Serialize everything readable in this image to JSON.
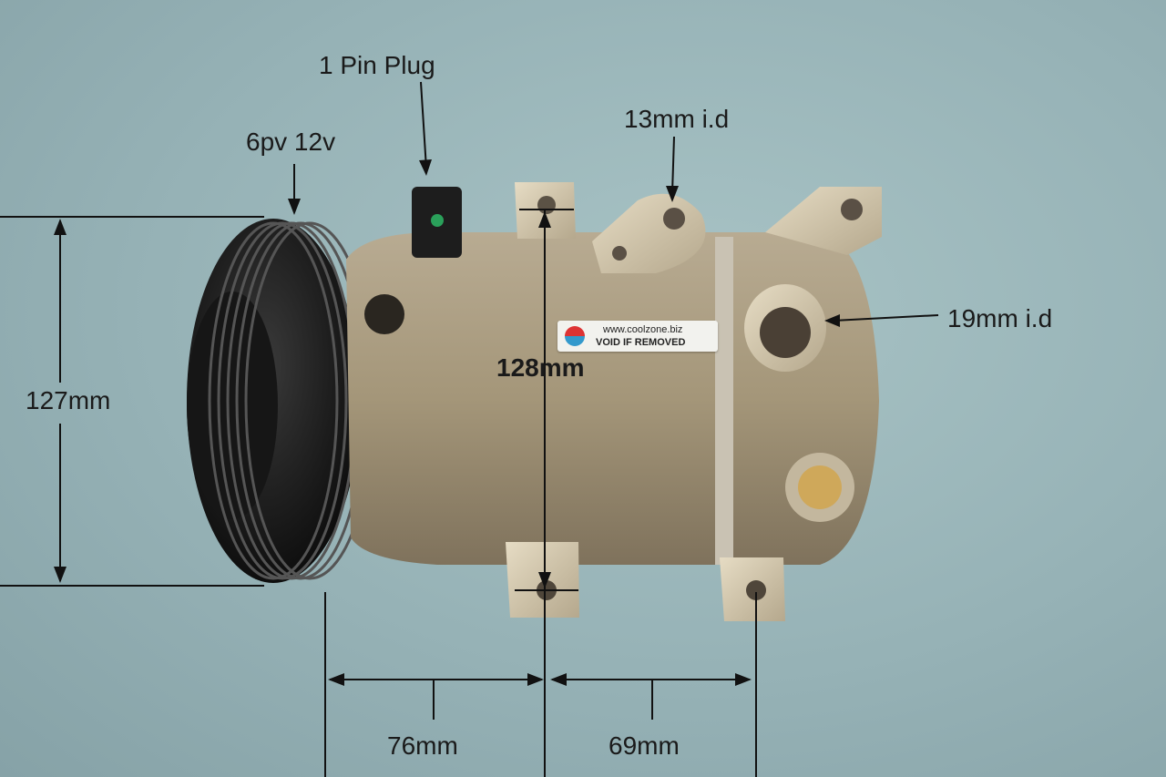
{
  "image": {
    "subject": "Automotive A/C compressor with pulley, photographed against a teal-blue background with dimension annotations",
    "background_color": "#9ab6ba"
  },
  "annotations": {
    "pin_plug": "1 Pin Plug",
    "pulley": "6pv 12v",
    "suction_port": "13mm i.d",
    "discharge_port": "19mm i.d",
    "height": "127mm",
    "mount_span_vertical": "128mm",
    "pulley_to_mount": "76mm",
    "mount_to_mount": "69mm"
  },
  "sticker": {
    "website": "www.coolzone.biz",
    "warning": "VOID IF REMOVED"
  }
}
